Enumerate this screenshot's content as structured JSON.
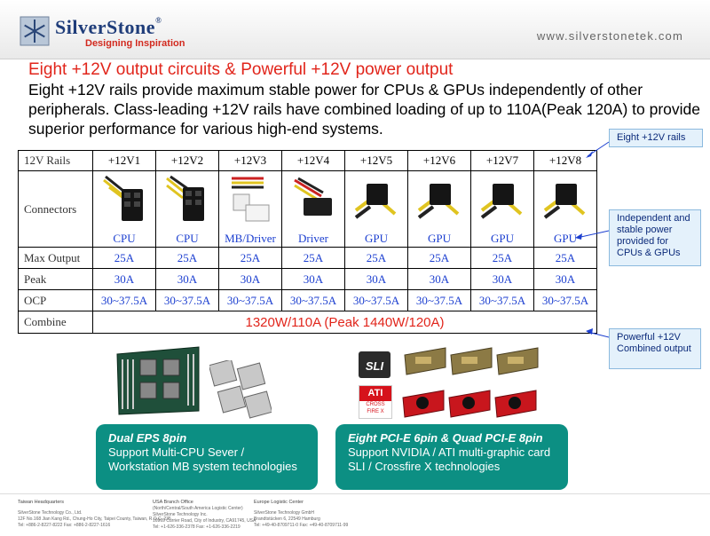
{
  "header": {
    "brand": "SilverStone",
    "trademark": "®",
    "tagline": "Designing Inspiration",
    "url": "www.silverstonetek.com"
  },
  "slide": {
    "title": "Eight +12V output circuits & Powerful +12V power output",
    "lead": "Eight +12V rails provide maximum stable power for CPUs & GPUs independently of other peripherals.   Class-leading +12V rails have combined loading of up to 110A(Peak 120A) to provide superior performance for various high-end systems."
  },
  "table": {
    "row_labels": {
      "rails": "12V Rails",
      "connectors": "Connectors",
      "max": "Max Output",
      "peak": "Peak",
      "ocp": "OCP",
      "combine": "Combine"
    },
    "rails": [
      "+12V1",
      "+12V2",
      "+12V3",
      "+12V4",
      "+12V5",
      "+12V6",
      "+12V7",
      "+12V8"
    ],
    "connector_types": [
      "CPU",
      "CPU",
      "MB/Driver",
      "Driver",
      "GPU",
      "GPU",
      "GPU",
      "GPU"
    ],
    "max_output": [
      "25A",
      "25A",
      "25A",
      "25A",
      "25A",
      "25A",
      "25A",
      "25A"
    ],
    "peak": [
      "30A",
      "30A",
      "30A",
      "30A",
      "30A",
      "30A",
      "30A",
      "30A"
    ],
    "ocp": [
      "30~37.5A",
      "30~37.5A",
      "30~37.5A",
      "30~37.5A",
      "30~37.5A",
      "30~37.5A",
      "30~37.5A",
      "30~37.5A"
    ],
    "combine": "1320W/110A (Peak 1440W/120A)"
  },
  "callouts": {
    "rails": "Eight +12V rails",
    "independent": "Independent and stable power provided for CPUs & GPUs",
    "combined": "Powerful +12V Combined output"
  },
  "panels": {
    "left_title": "Dual EPS 8pin",
    "left_body": "Support Multi-CPU Sever / Workstation MB system technologies",
    "right_title": "Eight PCI-E 6pin & Quad PCI-E 8pin",
    "right_body": "Support NVIDIA / ATI multi-graphic card SLI / Crossfire X technologies"
  },
  "logos": {
    "sli": "SLI",
    "ati": "ATI",
    "crossfire": "CROSS FIRE X"
  },
  "footer": {
    "taiwan_title": "Taiwan Headquarters",
    "taiwan_lines": [
      "SilverStone Technology Co., Ltd.",
      "12F No.168 Jian Kang Rd., Chung-Ho City, Taipei County, Taiwan, R.O.C. 235",
      "Tel: +886-2-8227-8222   Fax: +886-2-8227-1616"
    ],
    "usa_title": "USA Branch Office",
    "usa_sub": "(North/Central/South America Logistic Center)",
    "usa_lines": [
      "SilverStone Technology Inc.",
      "16969 Currier Road, City of Industry, CA91745, USA",
      "Tel: +1-626-336-2378   Fax: +1-626-336-2219"
    ],
    "eu_title": "Europe Logistic Center",
    "eu_lines": [
      "SilverStone Technology GmbH",
      "Brandtstücken 6, 22549 Hamburg",
      "Tel: +49-40-8709711-0   Fax: +49-40-8709711-99"
    ]
  },
  "colors": {
    "title_red": "#e1251b",
    "table_blue": "#1c3fd0",
    "panel_teal": "#0c8f83",
    "brand_navy": "#1f3d7a"
  }
}
